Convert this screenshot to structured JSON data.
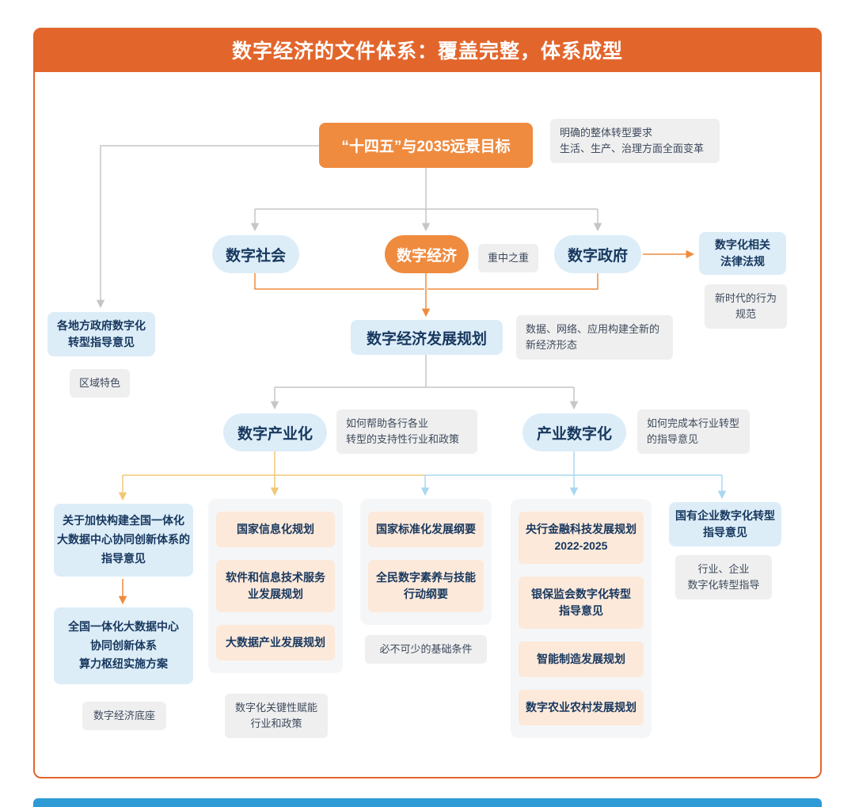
{
  "colors": {
    "frame": "#E2662C",
    "header_bg": "#E2662C",
    "orange_node": "#EF8B3F",
    "blue_node": "#DCEDF8",
    "navy": "#17375E",
    "note_bg": "#EFEFEF",
    "note_text": "#3E4A5C",
    "container_bg": "#F5F6F7",
    "peach_box": "#FCE9DA",
    "line_gray": "#C6C6C6",
    "line_orange": "#EF8B3F",
    "line_yellow": "#F0C878",
    "line_blue": "#A8D8F0",
    "bottom_bar": "#2E9BD6"
  },
  "header": {
    "title": "数字经济的文件体系：覆盖完整，体系成型"
  },
  "root": {
    "label": "“十四五”与2035远景目标",
    "note": "明确的整体转型要求\n生活、生产、治理方面全面变革"
  },
  "level2": {
    "society": "数字社会",
    "economy": "数字经济",
    "economy_note": "重中之重",
    "government": "数字政府",
    "laws": "数字化相关\n法律法规",
    "laws_note": "新时代的行为\n规范",
    "local_gov": "各地方政府数字化\n转型指导意见",
    "local_gov_note": "区域特色"
  },
  "plan": {
    "label": "数字经济发展规划",
    "note": "数据、网络、应用构建全新的\n新经济形态"
  },
  "branches": {
    "industrialization": {
      "label": "数字产业化",
      "note": "如何帮助各行各业\n转型的支持性行业和政策"
    },
    "digitalization": {
      "label": "产业数字化",
      "note": "如何完成本行业转型\n的指导意见"
    }
  },
  "columns": {
    "col1": {
      "box_a": "关于加快构建全国一体化\n大数据中心协同创新体系的\n指导意见",
      "box_b": "全国一体化大数据中心\n协同创新体系\n算力枢纽实施方案",
      "note": "数字经济底座"
    },
    "col2": {
      "items": [
        "国家信息化规划",
        "软件和信息技术服务\n业发展规划",
        "大数据产业发展规划"
      ],
      "note": "数字化关键性赋能\n行业和政策"
    },
    "col3": {
      "items": [
        "国家标准化发展纲要",
        "全民数字素养与技能\n行动纲要"
      ],
      "note": "必不可少的基础条件"
    },
    "col4": {
      "items": [
        "央行金融科技发展规划\n2022-2025",
        "银保监会数字化转型\n指导意见",
        "智能制造发展规划",
        "数字农业农村发展规划"
      ]
    },
    "col5": {
      "box": "国有企业数字化转型\n指导意见",
      "note": "行业、企业\n数字化转型指导"
    }
  }
}
